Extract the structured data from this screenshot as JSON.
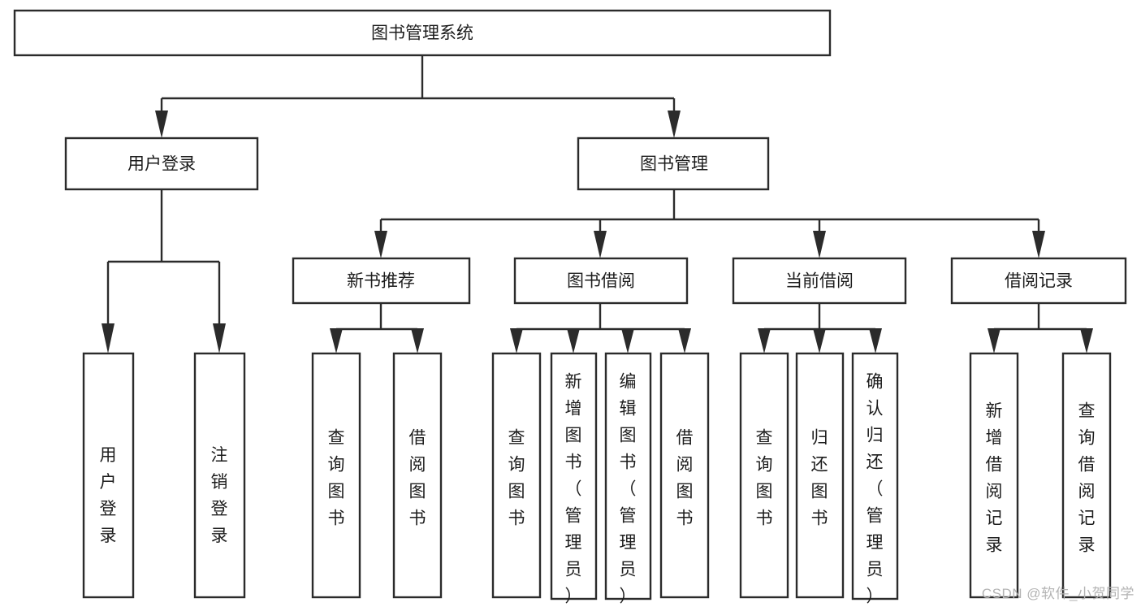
{
  "diagram": {
    "type": "tree",
    "title": "图书管理系统",
    "orientation": "top-down",
    "colors": {
      "stroke": "#2b2b2b",
      "fill": "#ffffff",
      "text": "#1c1c1c",
      "watermark": "#b3b3b3",
      "background": "#ffffff"
    },
    "root": {
      "label": "图书管理系统",
      "children": [
        {
          "label": "用户登录",
          "children": [
            {
              "label": "用户登录"
            },
            {
              "label": "注销登录"
            }
          ]
        },
        {
          "label": "图书管理",
          "children": [
            {
              "label": "新书推荐",
              "children": [
                {
                  "label": "查询图书"
                },
                {
                  "label": "借阅图书"
                }
              ]
            },
            {
              "label": "图书借阅",
              "children": [
                {
                  "label": "查询图书"
                },
                {
                  "label": "新增图书（管理员）"
                },
                {
                  "label": "编辑图书（管理员）"
                },
                {
                  "label": "借阅图书"
                }
              ]
            },
            {
              "label": "当前借阅",
              "children": [
                {
                  "label": "查询图书"
                },
                {
                  "label": "归还图书"
                },
                {
                  "label": "确认归还（管理员）"
                }
              ]
            },
            {
              "label": "借阅记录",
              "children": [
                {
                  "label": "新增借阅记录"
                },
                {
                  "label": "查询借阅记录"
                }
              ]
            }
          ]
        }
      ]
    }
  },
  "nodes": {
    "root": "图书管理系统",
    "l2_user_login": "用户登录",
    "l2_book_manage": "图书管理",
    "l3_new_book_rec": "新书推荐",
    "l3_book_borrow": "图书借阅",
    "l3_current_borrow": "当前借阅",
    "l3_borrow_record": "借阅记录",
    "leaf_user_login": "用户登录",
    "leaf_logout": "注销登录",
    "leaf_query_book_a": "查询图书",
    "leaf_borrow_book_a": "借阅图书",
    "leaf_query_book_b": "查询图书",
    "leaf_add_book_admin": "新增图书（管理员）",
    "leaf_edit_book_admin": "编辑图书（管理员）",
    "leaf_borrow_book_b": "借阅图书",
    "leaf_query_book_c": "查询图书",
    "leaf_return_book": "归还图书",
    "leaf_confirm_return_admin": "确认归还（管理员）",
    "leaf_add_record": "新增借阅记录",
    "leaf_query_record": "查询借阅记录"
  },
  "watermark": {
    "text": "CSDN @软件_小贺同学"
  }
}
